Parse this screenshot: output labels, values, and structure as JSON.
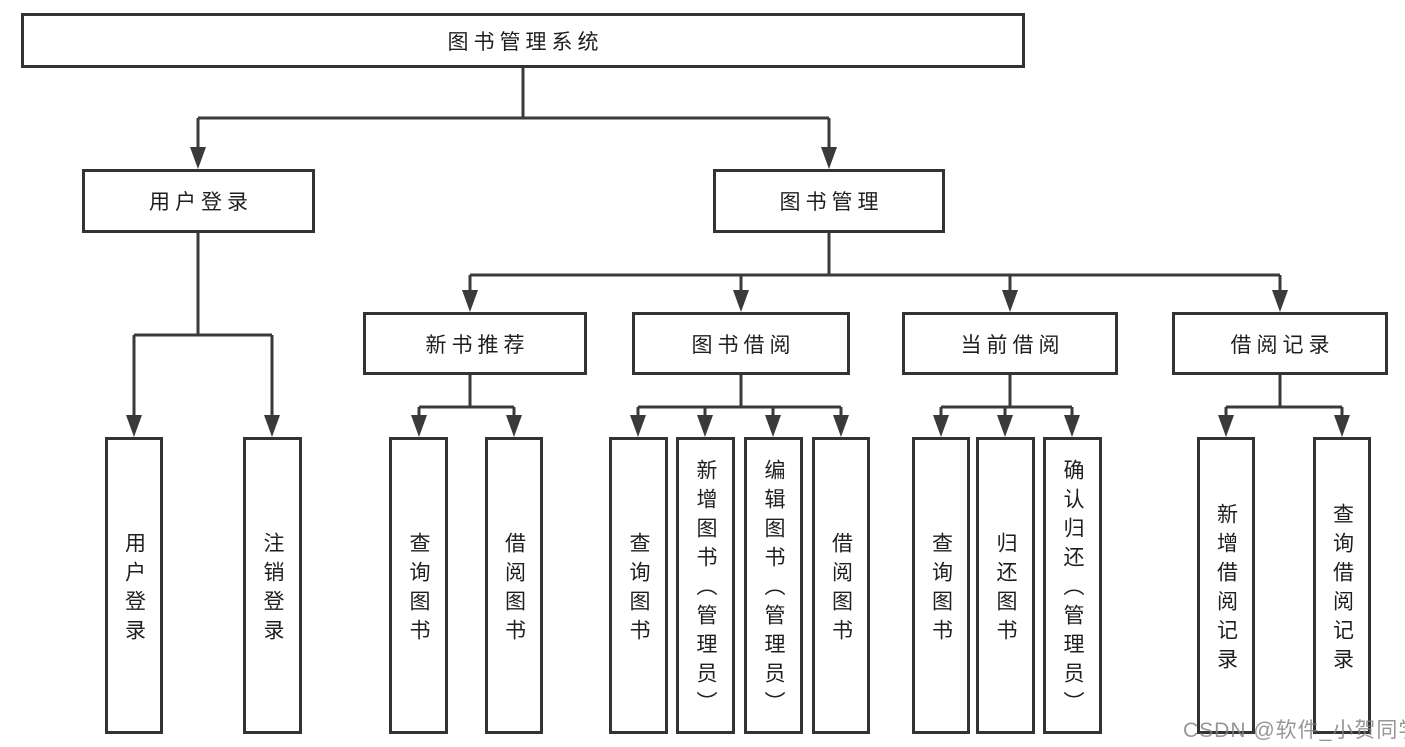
{
  "nodes": {
    "root": "图书管理系统",
    "userLogin": "用户登录",
    "bookManagement": "图书管理",
    "newBookRecommend": "新书推荐",
    "bookBorrow": "图书借阅",
    "currentBorrow": "当前借阅",
    "borrowRecords": "借阅记录",
    "leafUserLogin": "用户登录",
    "leafLogout": "注销登录",
    "leafQueryBooks1": "查询图书",
    "leafBorrowBooks1": "借阅图书",
    "leafQueryBooks2": "查询图书",
    "leafAddBooksAdmin": "新增图书（管理员）",
    "leafEditBooksAdmin": "编辑图书（管理员）",
    "leafBorrowBooks2": "借阅图书",
    "leafQueryBooks3": "查询图书",
    "leafReturnBooks": "归还图书",
    "leafConfirmReturnAdmin": "确认归还（管理员）",
    "leafAddBorrowRecord": "新增借阅记录",
    "leafQueryBorrowRecord": "查询借阅记录"
  },
  "hierarchy": {
    "图书管理系统": {
      "用户登录": [
        "用户登录",
        "注销登录"
      ],
      "图书管理": {
        "新书推荐": [
          "查询图书",
          "借阅图书"
        ],
        "图书借阅": [
          "查询图书",
          "新增图书（管理员）",
          "编辑图书（管理员）",
          "借阅图书"
        ],
        "当前借阅": [
          "查询图书",
          "归还图书",
          "确认归还（管理员）"
        ],
        "借阅记录": [
          "新增借阅记录",
          "查询借阅记录"
        ]
      }
    }
  },
  "watermark": "CSDN @软件_小贺同学",
  "colors": {
    "line": "#3a3a3a",
    "box_border": "#333333",
    "text": "#1f1f1f",
    "watermark": "#8f8f8f",
    "background": "#ffffff"
  }
}
